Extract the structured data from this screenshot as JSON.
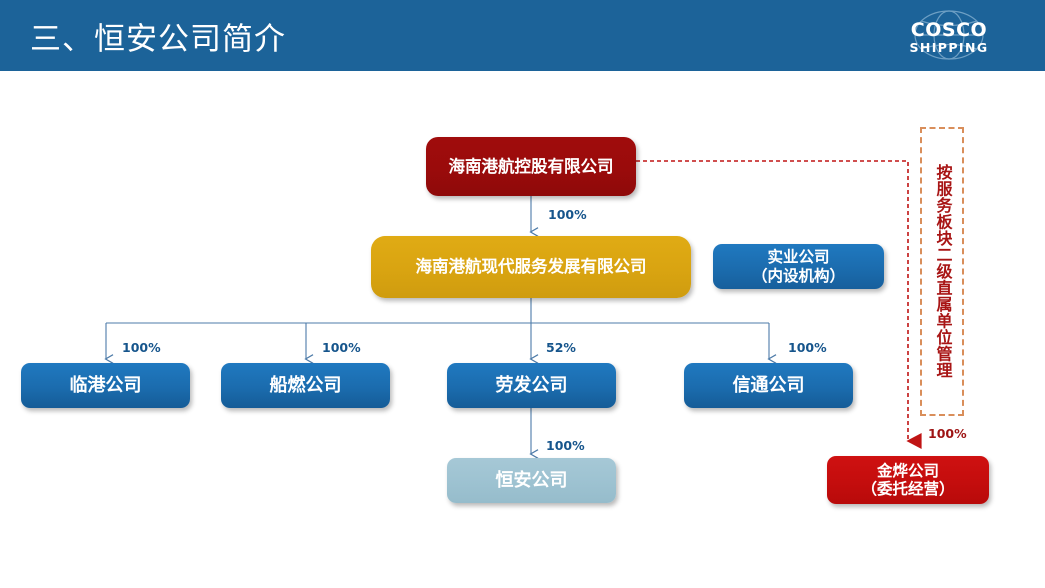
{
  "header": {
    "title": "三、恒安公司简介",
    "bg_color": "#1c6399",
    "logo": {
      "name": "cosco-shipping-logo",
      "line1": "COSCO",
      "line2": "SHIPPING"
    }
  },
  "chart_data": {
    "type": "diagram",
    "title": "三、恒安公司简介",
    "nodes": [
      {
        "id": "root",
        "label": "海南港航控股有限公司",
        "color": "#9a0b0b",
        "text_color": "#ffffff"
      },
      {
        "id": "mid",
        "label": "海南港航现代服务发展有限公司",
        "color": "#d9a411",
        "text_color": "#ffffff"
      },
      {
        "id": "side",
        "label_line1": "实业公司",
        "label_line2": "（内设机构）",
        "color": "#1b6cae",
        "text_color": "#ffffff"
      },
      {
        "id": "child1",
        "label": "临港公司",
        "color": "#1b6cae",
        "text_color": "#ffffff"
      },
      {
        "id": "child2",
        "label": "船燃公司",
        "color": "#1b6cae",
        "text_color": "#ffffff"
      },
      {
        "id": "child3",
        "label": "劳发公司",
        "color": "#1b6cae",
        "text_color": "#ffffff"
      },
      {
        "id": "child4",
        "label": "信通公司",
        "color": "#1b6cae",
        "text_color": "#ffffff"
      },
      {
        "id": "leaf",
        "label": "恒安公司",
        "color": "#9dc2d1",
        "text_color": "#ffffff"
      },
      {
        "id": "entrust",
        "label_line1": "金烨公司",
        "label_line2": "（委托经营）",
        "color": "#c40d0d",
        "text_color": "#ffffff"
      }
    ],
    "edges": [
      {
        "from": "root",
        "to": "mid",
        "label": "100%",
        "style": "solid",
        "color": "#16558c"
      },
      {
        "from": "mid",
        "to": "child1",
        "label": "100%",
        "style": "solid",
        "color": "#16558c"
      },
      {
        "from": "mid",
        "to": "child2",
        "label": "100%",
        "style": "solid",
        "color": "#16558c"
      },
      {
        "from": "mid",
        "to": "child3",
        "label": "52%",
        "style": "solid",
        "color": "#16558c"
      },
      {
        "from": "mid",
        "to": "child4",
        "label": "100%",
        "style": "solid",
        "color": "#16558c"
      },
      {
        "from": "child3",
        "to": "leaf",
        "label": "100%",
        "style": "solid",
        "color": "#16558c"
      },
      {
        "from": "root",
        "to": "entrust",
        "label": "100%",
        "style": "dashed",
        "color": "#9e1414"
      }
    ],
    "annotation": {
      "text": "按服务板块二级直属单位管理",
      "orientation": "vertical",
      "border_style": "dashed",
      "border_color": "#d98e5a",
      "text_color": "#a81515"
    }
  }
}
